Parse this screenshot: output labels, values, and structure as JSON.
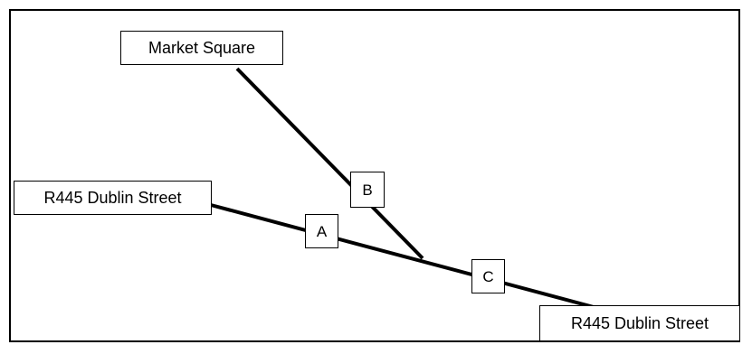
{
  "diagram": {
    "roads": {
      "market_square": "Market Square",
      "dublin_street_west": "R445 Dublin Street",
      "dublin_street_east": "R445 Dublin Street"
    },
    "markers": {
      "a": "A",
      "b": "B",
      "c": "C"
    }
  },
  "colors": {
    "line": "#000000",
    "background": "#ffffff"
  }
}
